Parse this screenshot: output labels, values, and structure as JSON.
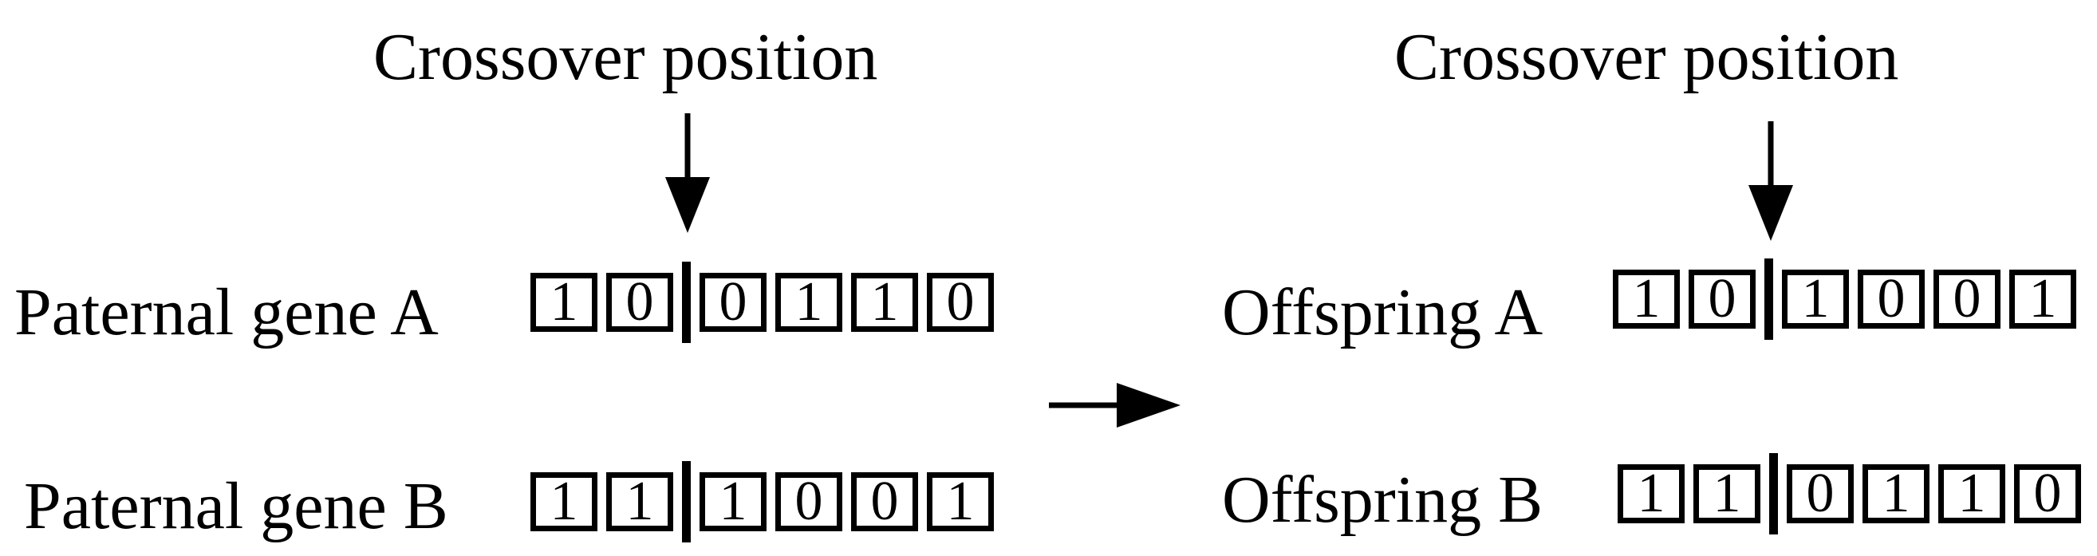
{
  "left": {
    "crossover_label": "Crossover position",
    "rows": [
      {
        "label": "Paternal gene A",
        "before": [
          "1",
          "0"
        ],
        "after": [
          "0",
          "1",
          "1",
          "0"
        ]
      },
      {
        "label": "Paternal gene B",
        "before": [
          "1",
          "1"
        ],
        "after": [
          "1",
          "0",
          "0",
          "1"
        ]
      }
    ]
  },
  "right": {
    "crossover_label": "Crossover position",
    "rows": [
      {
        "label": "Offspring A",
        "before": [
          "1",
          "0"
        ],
        "after": [
          "1",
          "0",
          "0",
          "1"
        ]
      },
      {
        "label": "Offspring B",
        "before": [
          "1",
          "1"
        ],
        "after": [
          "0",
          "1",
          "1",
          "0"
        ]
      }
    ]
  }
}
